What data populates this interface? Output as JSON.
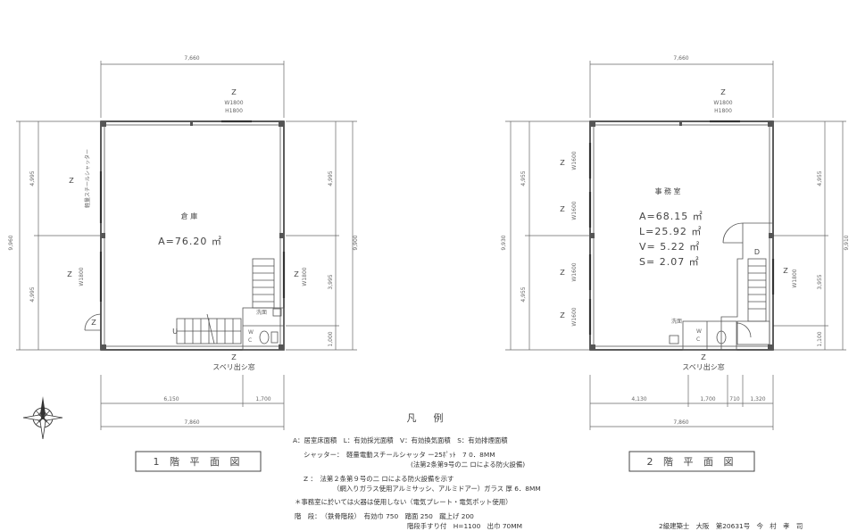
{
  "floor1": {
    "title": "1 階 平 面 図",
    "dim_total_width": "7,660",
    "dim_total_height": "9,960",
    "dim_height_upper": "4,995",
    "dim_height_lower": "4,995",
    "dim_right_total": "9,900",
    "dim_right_upper": "4,995",
    "dim_right_mid": "3,995",
    "dim_right_low": "1,000",
    "dim_bottom_left": "6,150",
    "dim_bottom_right": "1,700",
    "dim_bottom_total": "7,860",
    "room_name": "倉 庫",
    "room_area": "A=76.20 ㎡",
    "wash_label": "洗面",
    "wc_label": "W\nC",
    "stairs_up": "U",
    "window_slide_label": "スベリ出シ窓",
    "shutter_label": "軽量スチールシャッター",
    "mark_z": "Z"
  },
  "floor2": {
    "title": "2 階 平 面 図",
    "dim_total_width": "7,660",
    "dim_total_height": "9,930",
    "dim_height_upper": "4,955",
    "dim_height_lower": "4,955",
    "dim_right_total": "9,910",
    "dim_right_upper": "4,955",
    "dim_right_mid": "3,955",
    "dim_right_low": "1,100",
    "dim_bottom_1": "4,130",
    "dim_bottom_2": "1,700",
    "dim_bottom_3": "710",
    "dim_bottom_4": "1,320",
    "dim_bottom_total": "7,860",
    "room_name": "事 務 室",
    "area_A": "A=68.15 ㎡",
    "area_L": "L=25.92 ㎡",
    "area_V": "V= 5.22 ㎡",
    "area_S": "S= 2.07 ㎡",
    "wash_label": "洗面",
    "wc_label": "W\nC",
    "stairs_down": "D",
    "window_slide_label": "スベリ出シ窓",
    "mark_z": "Z"
  },
  "legend": {
    "heading": "凡　例",
    "line1": "A：居室床面積　L：有効採光面積　V：有効換気面積　S：有効排煙面積",
    "line2a": "シャッター：　軽量電動スチールシャッタ ー25ﾎﾟｯﾄ　7 0．8MM",
    "line2b": "(法第2条第9号の二 ロによる防火設備)",
    "line3a": "Z ：　法第２条第９号の二 ロによる防火設備を示す",
    "line3b": "（網入りガラス使用アルミサッシ、アルミドアー）ガラス 厚 6．8MM",
    "line4": "＊事務室に於いては火器は使用しない（電気プレート・電気ポット使用）",
    "line5a": "階　段：　（鉄骨階段）　有効巾 750　踏面 250　蹴上げ 200",
    "line5b": "階段手すり付　H=1100　出巾 70MM",
    "architect": "2級建築士　大阪　第20631号　今　村　孝　司"
  },
  "compass": {
    "icon": "compass-rose-icon"
  }
}
